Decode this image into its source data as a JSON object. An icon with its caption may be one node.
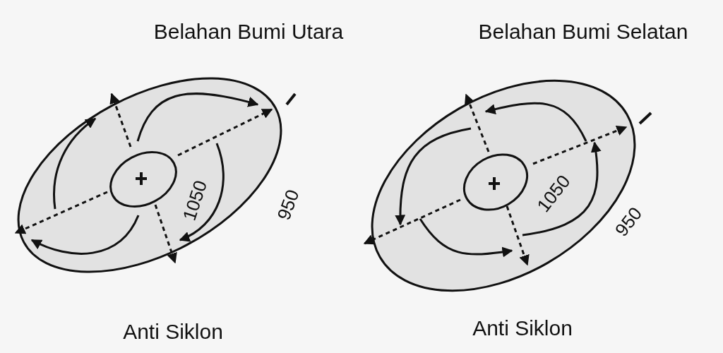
{
  "diagram": {
    "labels": [
      "Belahan Bumi Utara",
      "Belahan Bumi Selatan",
      "1050",
      "950",
      "1050",
      "950",
      "Anti Siklon",
      "Anti Siklon"
    ]
  }
}
